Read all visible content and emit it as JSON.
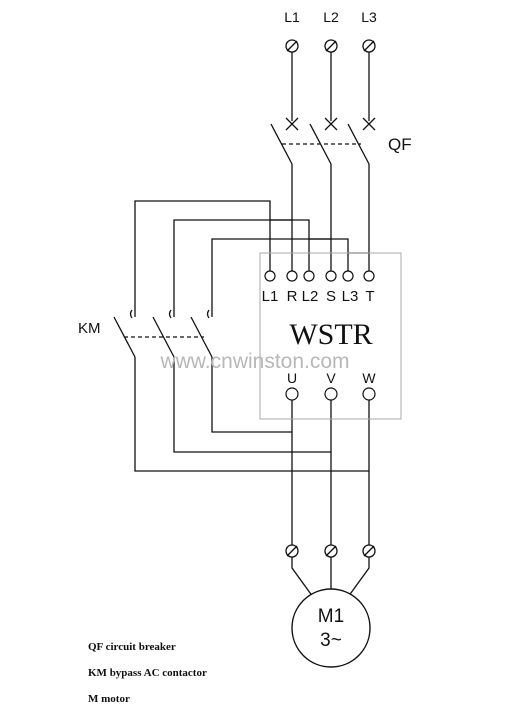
{
  "supply": {
    "phases": [
      "L1",
      "L2",
      "L3"
    ]
  },
  "breaker": {
    "label": "QF"
  },
  "contactor": {
    "label": "KM"
  },
  "starter": {
    "name": "WSTR",
    "input_terminals": [
      "L1",
      "R",
      "L2",
      "S",
      "L3",
      "T"
    ],
    "output_terminals": [
      "U",
      "V",
      "W"
    ]
  },
  "motor": {
    "name": "M1",
    "phase": "3~"
  },
  "watermark": "www.cnwinston.com",
  "legend": [
    "QF circuit breaker",
    "KM bypass AC contactor",
    "M motor"
  ],
  "colors": {
    "line": "#111111",
    "box": "#aaaaaa",
    "watermark": "#b8b8b8"
  }
}
